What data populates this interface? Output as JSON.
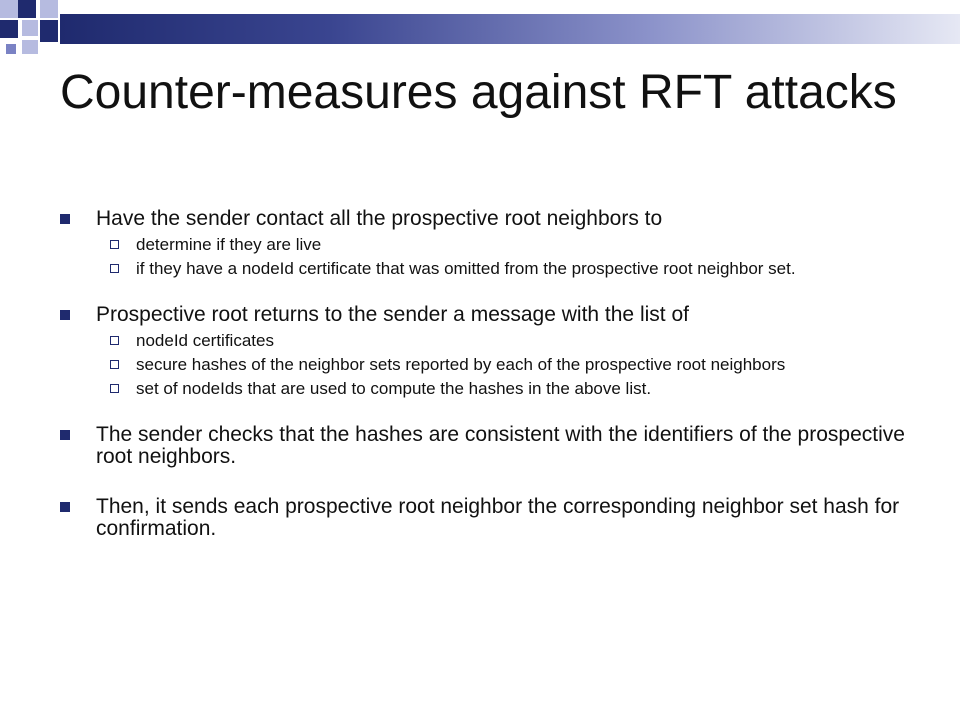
{
  "slide": {
    "title": "Counter-measures against RFT attacks",
    "colors": {
      "accent_navy": "#1f2a6e",
      "accent_lavender": "#b6bbe0"
    },
    "bullets": [
      {
        "text": "Have the sender contact all the prospective root neighbors to",
        "sub": [
          "determine if they are live",
          "if they have a nodeId certificate that was omitted from the prospective root neighbor set."
        ]
      },
      {
        "text": "Prospective root returns to the sender a message with the list of",
        "sub": [
          "nodeId certificates",
          "secure hashes of the neighbor sets reported by each of the prospective root neighbors",
          "set of nodeIds that are used to compute the hashes in the above list."
        ]
      },
      {
        "text": "The sender checks that the hashes are consistent with the identifiers of the prospective root neighbors.",
        "sub": []
      },
      {
        "text": "Then, it sends each prospective root neighbor the corresponding neighbor set hash for confirmation.",
        "sub": []
      }
    ]
  }
}
